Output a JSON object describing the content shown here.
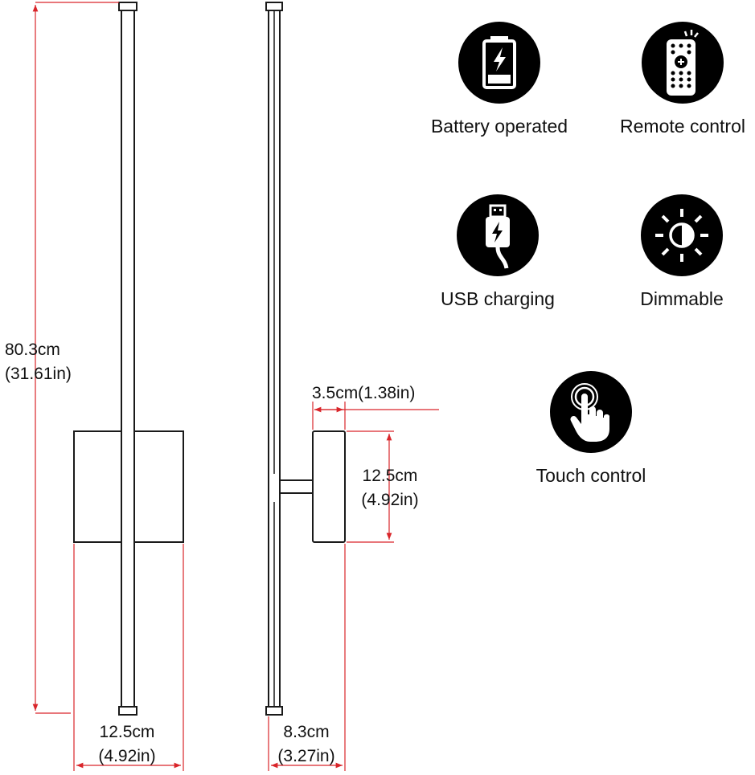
{
  "dimensions": {
    "height_cm": "80.3cm",
    "height_in": "(31.61in)",
    "front_width_cm": "12.5cm",
    "front_width_in": "(4.92in)",
    "side_depth_cm": "8.3cm",
    "side_depth_in": "(3.27in)",
    "plate_gap": "3.5cm(1.38in)",
    "plate_height_cm": "12.5cm",
    "plate_height_in": "(4.92in)"
  },
  "features": [
    {
      "icon": "battery-icon",
      "label": "Battery operated"
    },
    {
      "icon": "remote-control-icon",
      "label": "Remote control"
    },
    {
      "icon": "usb-charging-icon",
      "label": "USB charging"
    },
    {
      "icon": "dimmable-icon",
      "label": "Dimmable"
    },
    {
      "icon": "touch-icon",
      "label": "Touch control"
    }
  ],
  "colors": {
    "dimension_line": "#d9252a",
    "outline": "#1a1a1a",
    "icon_background": "#000000",
    "icon_foreground": "#ffffff"
  }
}
